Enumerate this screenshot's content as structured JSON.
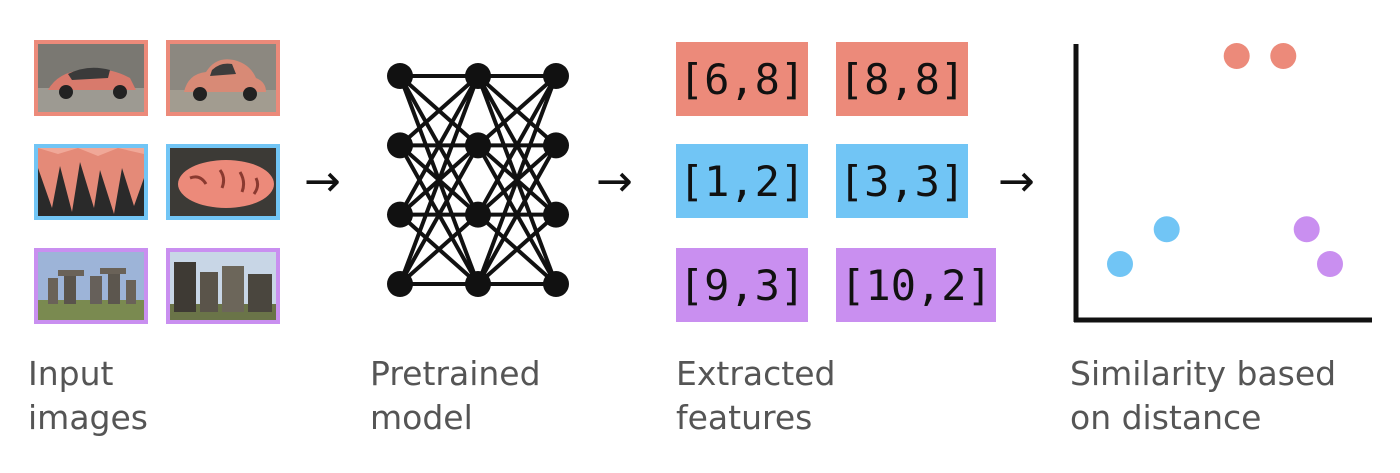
{
  "colors": {
    "coral": "#ec8a7a",
    "blue": "#71c5f5",
    "purple": "#c98ff0",
    "ink": "#111111",
    "caption": "#555555"
  },
  "input_images": [
    {
      "group": "cars",
      "color": "coral",
      "content": "car-photo"
    },
    {
      "group": "cars",
      "color": "coral",
      "content": "vintage-car-photo"
    },
    {
      "group": "tigers",
      "color": "blue",
      "content": "tiger-photo"
    },
    {
      "group": "tigers",
      "color": "blue",
      "content": "sleeping-tiger-photo"
    },
    {
      "group": "stonehenge",
      "color": "purple",
      "content": "stonehenge-photo"
    },
    {
      "group": "stonehenge",
      "color": "purple",
      "content": "stonehenge-closeup-photo"
    }
  ],
  "network": {
    "layers": [
      4,
      4,
      4
    ]
  },
  "features": [
    {
      "label": "[6,8]",
      "color": "coral"
    },
    {
      "label": "[8,8]",
      "color": "coral"
    },
    {
      "label": "[1,2]",
      "color": "blue"
    },
    {
      "label": "[3,3]",
      "color": "blue"
    },
    {
      "label": "[9,3]",
      "color": "purple"
    },
    {
      "label": "[10,2]",
      "color": "purple"
    }
  ],
  "arrows": {
    "symbol": "→"
  },
  "scatter_points": [
    {
      "x": 6,
      "y": 8,
      "color": "coral"
    },
    {
      "x": 8,
      "y": 8,
      "color": "coral"
    },
    {
      "x": 1,
      "y": 2,
      "color": "blue"
    },
    {
      "x": 3,
      "y": 3,
      "color": "blue"
    },
    {
      "x": 9,
      "y": 3,
      "color": "purple"
    },
    {
      "x": 10,
      "y": 2,
      "color": "purple"
    }
  ],
  "captions": {
    "input": {
      "line1": "Input",
      "line2": "images"
    },
    "model": {
      "line1": "Pretrained",
      "line2": "model"
    },
    "features": {
      "line1": "Extracted",
      "line2": "features"
    },
    "similarity": {
      "line1": "Similarity based",
      "line2": "on distance"
    }
  }
}
